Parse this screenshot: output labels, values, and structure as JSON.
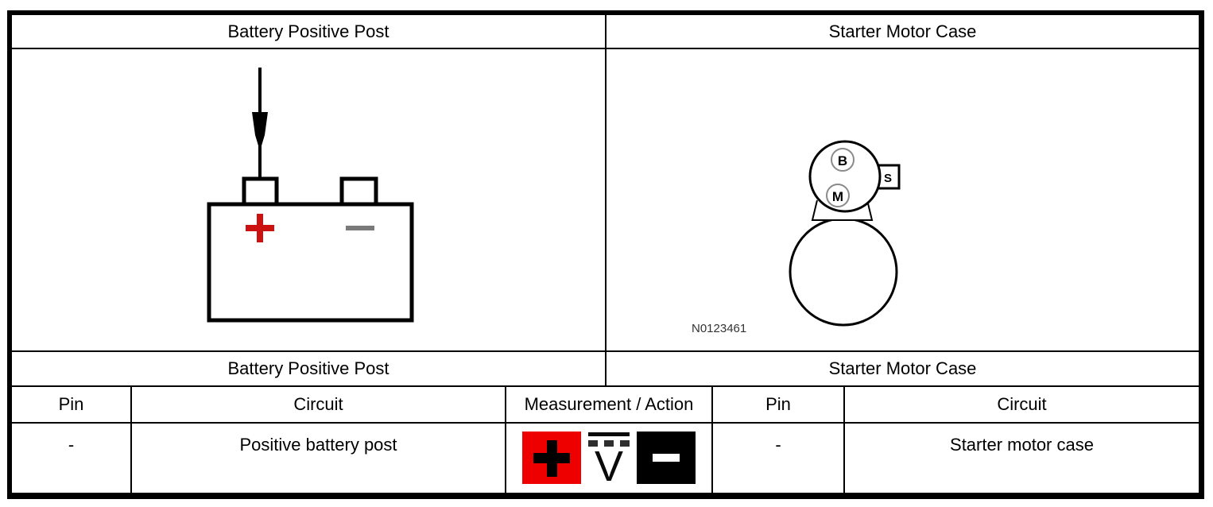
{
  "header": {
    "left_title": "Battery Positive Post",
    "right_title": "Starter Motor Case"
  },
  "captions": {
    "left": "Battery Positive Post",
    "right": "Starter Motor Case"
  },
  "battery_diagram": {
    "positive_symbol": "+",
    "negative_symbol": "−",
    "positive_color": "#cc1111",
    "negative_color": "#7a7a7a"
  },
  "starter_diagram": {
    "terminal_b": "B",
    "terminal_m": "M",
    "terminal_s": "S",
    "figure_label": "N0123461"
  },
  "table": {
    "columns": [
      {
        "header": "Pin"
      },
      {
        "header": "Circuit"
      },
      {
        "header": "Measurement / Action"
      },
      {
        "header": "Pin"
      },
      {
        "header": "Circuit"
      }
    ],
    "row": {
      "left_pin": "-",
      "left_circuit": "Positive battery post",
      "right_pin": "-",
      "right_circuit": "Starter motor case"
    }
  },
  "measurement_icons": {
    "positive_lead_color": "#ee0000",
    "negative_lead_color": "#000000",
    "voltmeter_letter": "V"
  }
}
